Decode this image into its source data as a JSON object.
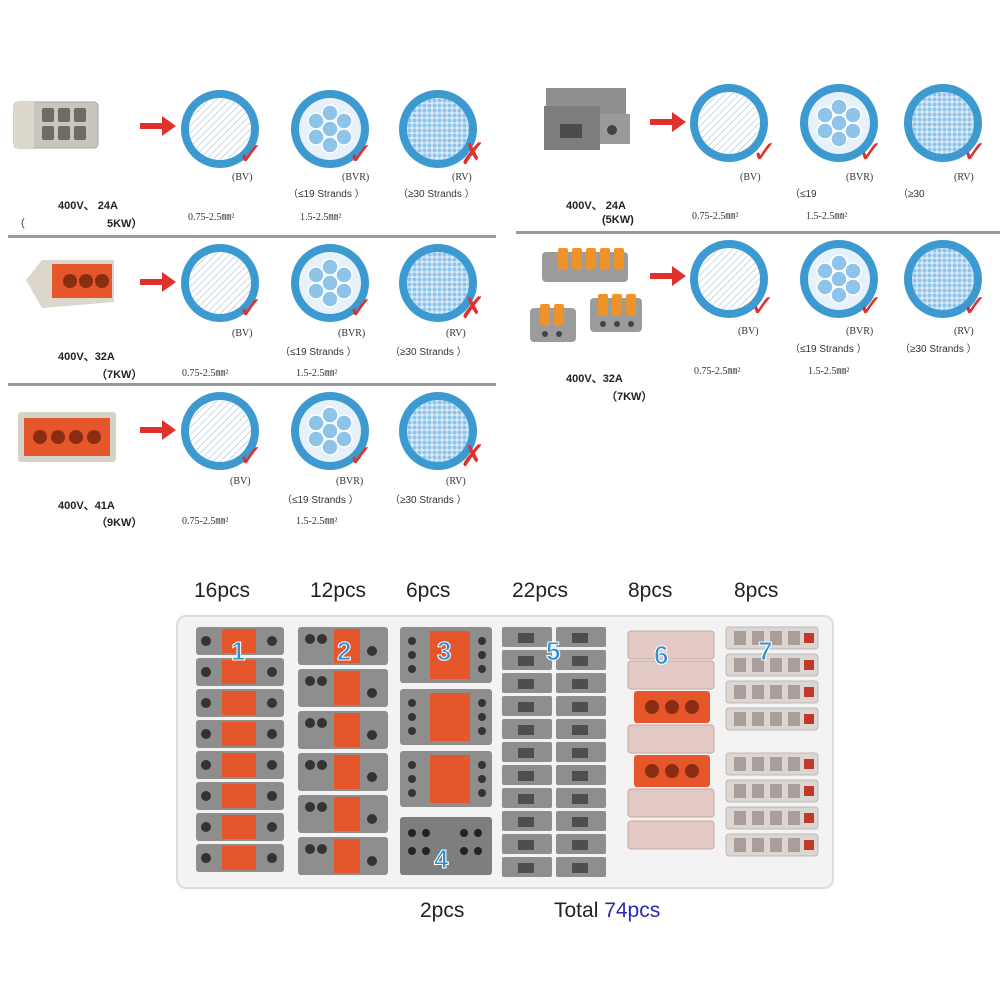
{
  "rows": [
    {
      "id": "row1",
      "rating_line1": "400V、 24A",
      "rating_paren": "（",
      "rating_line2": "5KW）",
      "wires": [
        {
          "type": "(BV)",
          "strands": "",
          "ok": true,
          "range": "0.75-2.5㎜²"
        },
        {
          "type": "(BVR)",
          "strands": "（≤19 Strands ）",
          "ok": true,
          "range": "1.5-2.5㎜²"
        },
        {
          "type": "(RV)",
          "strands": "（≥30 Strands ）",
          "ok": false,
          "range": ""
        }
      ]
    },
    {
      "id": "row2",
      "rating_line1": "400V、 24A",
      "rating_paren": "",
      "rating_line2": "(5KW)",
      "wires": [
        {
          "type": "(BV)",
          "strands": "",
          "ok": true,
          "range": "0.75-2.5㎜²"
        },
        {
          "type": "(BVR)",
          "strands": "（≤19",
          "ok": true,
          "range": "1.5-2.5㎜²"
        },
        {
          "type": "(RV)",
          "strands": "（≥30",
          "ok": true,
          "range": ""
        }
      ]
    },
    {
      "id": "row3",
      "rating_line1": "400V、32A",
      "rating_paren": "",
      "rating_line2": "（7KW）",
      "wires": [
        {
          "type": "(BV)",
          "strands": "",
          "ok": true,
          "range": "0.75-2.5㎜²"
        },
        {
          "type": "(BVR)",
          "strands": "（≤19 Strands ）",
          "ok": true,
          "range": "1.5-2.5㎜²"
        },
        {
          "type": "(RV)",
          "strands": "（≥30 Strands ）",
          "ok": false,
          "range": ""
        }
      ]
    },
    {
      "id": "row4",
      "rating_line1": "400V、32A",
      "rating_paren": "",
      "rating_line2": "（7KW）",
      "wires": [
        {
          "type": "(BV)",
          "strands": "",
          "ok": true,
          "range": "0.75-2.5㎜²"
        },
        {
          "type": "(BVR)",
          "strands": "（≤19 Strands ）",
          "ok": true,
          "range": "1.5-2.5㎜²"
        },
        {
          "type": "(RV)",
          "strands": "（≥30 Strands ）",
          "ok": true,
          "range": ""
        }
      ]
    },
    {
      "id": "row5",
      "rating_line1": "400V、41A",
      "rating_paren": "",
      "rating_line2": "（9KW）",
      "wires": [
        {
          "type": "(BV)",
          "strands": "",
          "ok": true,
          "range": "0.75-2.5㎜²"
        },
        {
          "type": "(BVR)",
          "strands": "（≤19 Strands ）",
          "ok": true,
          "range": "1.5-2.5㎜²"
        },
        {
          "type": "(RV)",
          "strands": "（≥30 Strands ）",
          "ok": false,
          "range": ""
        }
      ]
    }
  ],
  "kit": {
    "counts": [
      "16pcs",
      "12pcs",
      "6pcs",
      "22pcs",
      "8pcs",
      "8pcs"
    ],
    "numbers": [
      "1",
      "2",
      "3",
      "4",
      "5",
      "6",
      "7"
    ],
    "count_bottom": "2pcs",
    "total_label": "Total ",
    "total_value": "74pcs"
  },
  "colors": {
    "wire_blue": "#3d9ad0",
    "mark_red": "#e0312d",
    "connector_orange": "#e5562a",
    "connector_grey": "#8e8e8e",
    "number_blue": "#2e8fd6",
    "total_blue": "#2e2ab0"
  },
  "icons": [
    "red-arrow-icon",
    "check-mark-icon",
    "cross-mark-icon"
  ]
}
